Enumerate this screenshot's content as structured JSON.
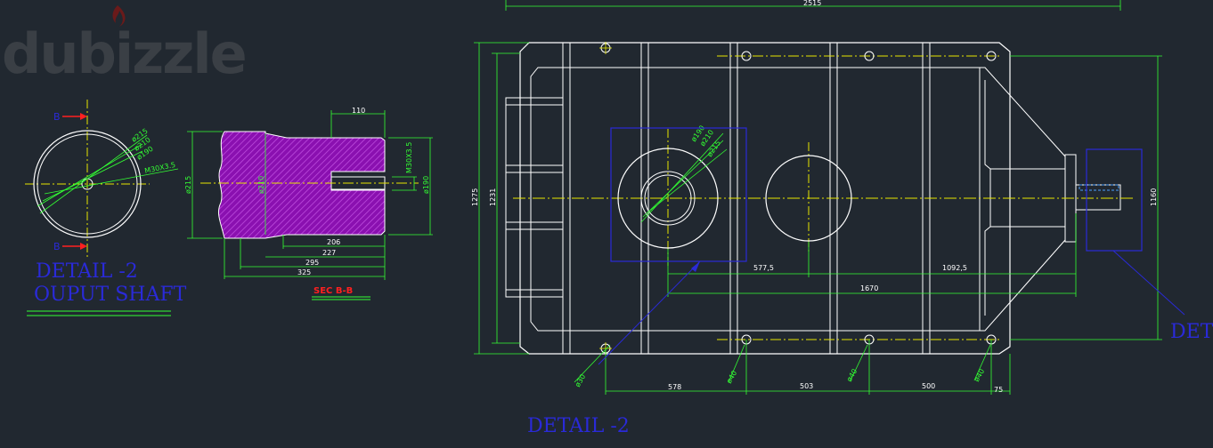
{
  "watermark": {
    "text": "dubizzle"
  },
  "colors": {
    "background": "#212830",
    "outline": "#ffffff",
    "dimension": "#33ff33",
    "centerline": "#e6e600",
    "detail": "#2a2ad8",
    "hatch": "#a020c8",
    "leader_red": "#ff2020"
  },
  "detail_view": {
    "title": "DETAIL  -2",
    "subtitle": "OUPUT SHAFT",
    "section_mark_top": "B",
    "section_mark_bottom": "B",
    "circle_labels": [
      "ø215",
      "ø210",
      "ø190",
      "M30X3.5"
    ]
  },
  "section_view": {
    "title": "SEC B-B",
    "dim_110": "110",
    "thread_label": "M30X3.5",
    "dia_190": "ø190",
    "dia_215": "ø215",
    "dia_210": "ø210",
    "len_206": "206",
    "len_227": "227",
    "len_295": "295",
    "len_325": "325"
  },
  "main_view": {
    "overall_width": "2515",
    "height_1275": "1275",
    "height_1231": "1231",
    "height_1160": "1160",
    "bore_labels": [
      "ø190",
      "ø210",
      "ø215"
    ],
    "dim_577": "577,5",
    "dim_1092": "1092,5",
    "dim_1670": "1670",
    "hole_30": "ø30",
    "hole_40a": "ø40",
    "hole_40b": "ø40",
    "hole_40c": "ø40",
    "dim_578": "578",
    "dim_503": "503",
    "dim_500": "500",
    "dim_75": "75",
    "detail_callout": "DETAIL  -2",
    "det_right": "DET"
  }
}
